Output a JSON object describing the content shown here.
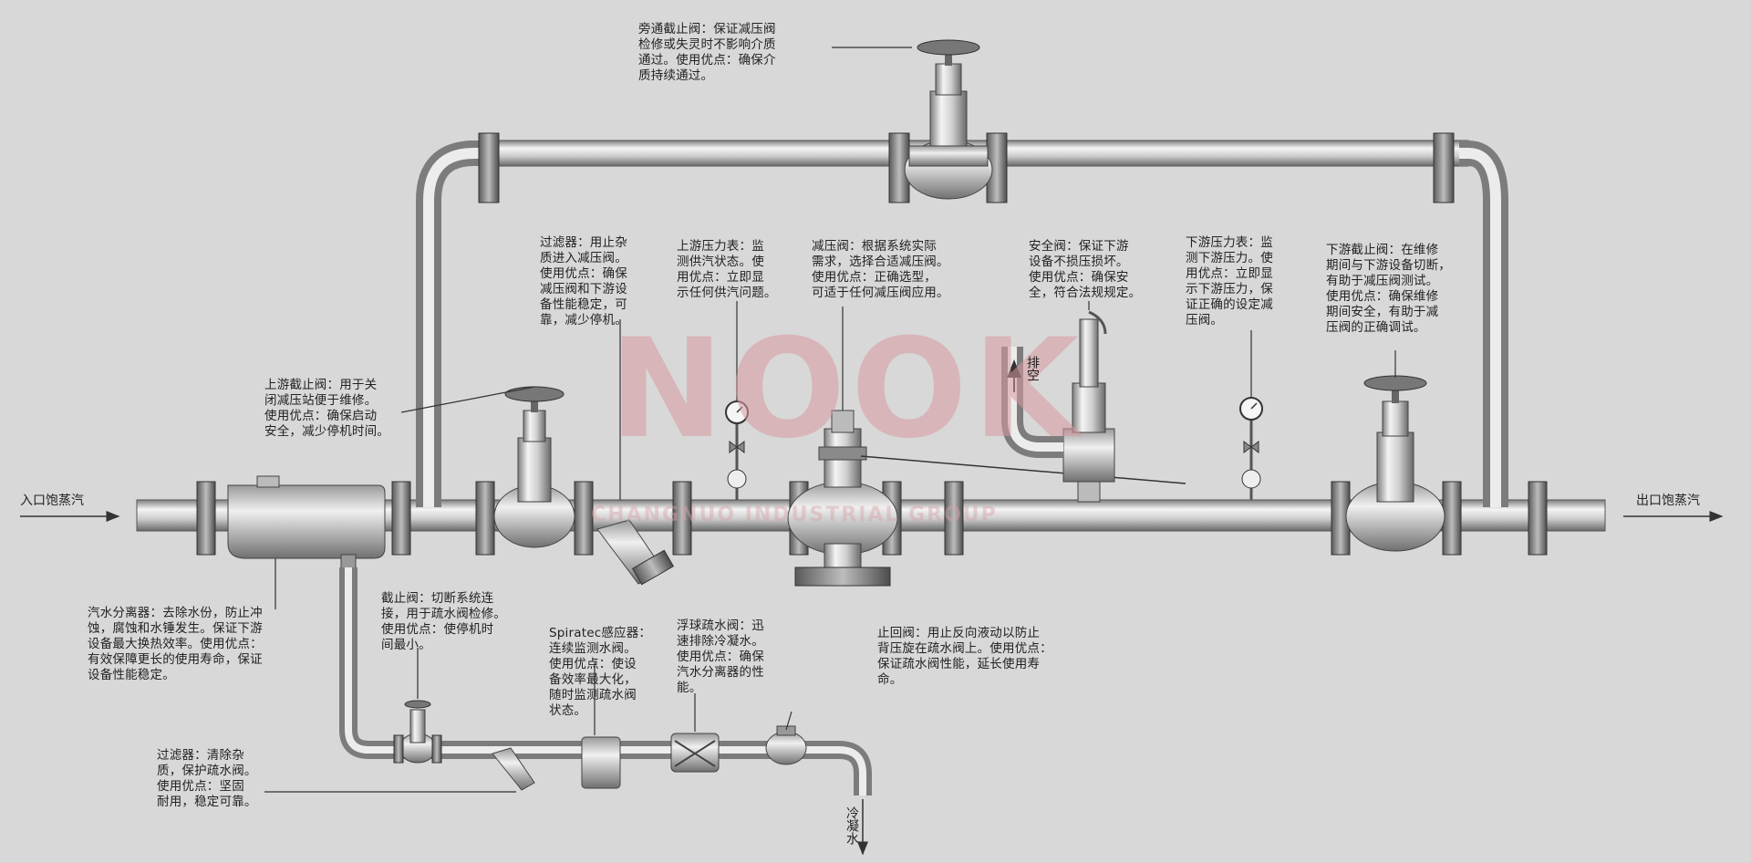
{
  "watermark": {
    "brand": "NOOK",
    "subtitle": "CHANGNUO INDUSTRIAL GROUP"
  },
  "flow_labels": {
    "inlet": "入口饱蒸汽",
    "outlet": "出口饱蒸汽",
    "exhaust": "排空",
    "condensate": "冷凝水"
  },
  "callouts": {
    "bypass_stop_valve": "旁通截止阀：保证减压阀\n检修或失灵时不影响介质\n通过。使用优点：确保介\n质持续通过。",
    "strainer_main": "过滤器：用止杂\n质进入减压阀。\n使用优点：确保\n减压阀和下游设\n备性能稳定，可\n靠，减少停机。",
    "upstream_gauge": "上游压力表：监\n测供汽状态。使\n用优点：立即显\n示任何供汽问题。",
    "reducing_valve": "减压阀：根据系统实际\n需求，选择合适减压阀。\n使用优点：正确选型，\n可适于任何减压阀应用。",
    "safety_valve": "安全阀：保证下游\n设备不损压损坏。\n使用优点：确保安\n全，符合法规规定。",
    "downstream_gauge": "下游压力表：监\n测下游压力。使\n用优点：立即显\n示下游压力，保\n证正确的设定减\n压阀。",
    "downstream_stop_valve": "下游截止阀：在维修\n期间与下游设备切断，\n有助于减压阀测试。\n使用优点：确保维修\n期间安全，有助于减\n压阀的正确调试。",
    "upstream_stop_valve": "上游截止阀：用于关\n闭减压站便于维修。\n使用优点：确保启动\n安全，减少停机时间。",
    "separator": "汽水分离器：去除水份，防止冲\n蚀，腐蚀和水锤发生。保证下游\n设备最大换热效率。使用优点：\n有效保障更长的使用寿命，保证\n设备性能稳定。",
    "drain_stop_valve": "截止阀：切断系统连\n接，用于疏水阀检修。\n使用优点：使停机时\n间最小。",
    "spiratec": "Spiratec感应器：\n连续监测水阀。\n使用优点：使设\n备效率最大化，\n随时监测疏水阀\n状态。",
    "float_trap": "浮球疏水阀：迅\n速排除冷凝水。\n使用优点：确保\n汽水分离器的性\n能。",
    "check_valve": "止回阀：用止反向液动以防止\n背压旋在疏水阀上。使用优点：\n保证疏水阀性能，延长使用寿\n命。",
    "strainer_drain": "过滤器：清除杂\n质，保护疏水阀。\n使用优点：坚固\n耐用，稳定可靠。"
  },
  "colors": {
    "background": "#d8d8d8",
    "pipe_light": "#f2f2f2",
    "pipe_dark": "#8e8e8e",
    "flange": "#6e6e6e",
    "watermark": "#d89aa0",
    "leader_line": "#333333"
  }
}
